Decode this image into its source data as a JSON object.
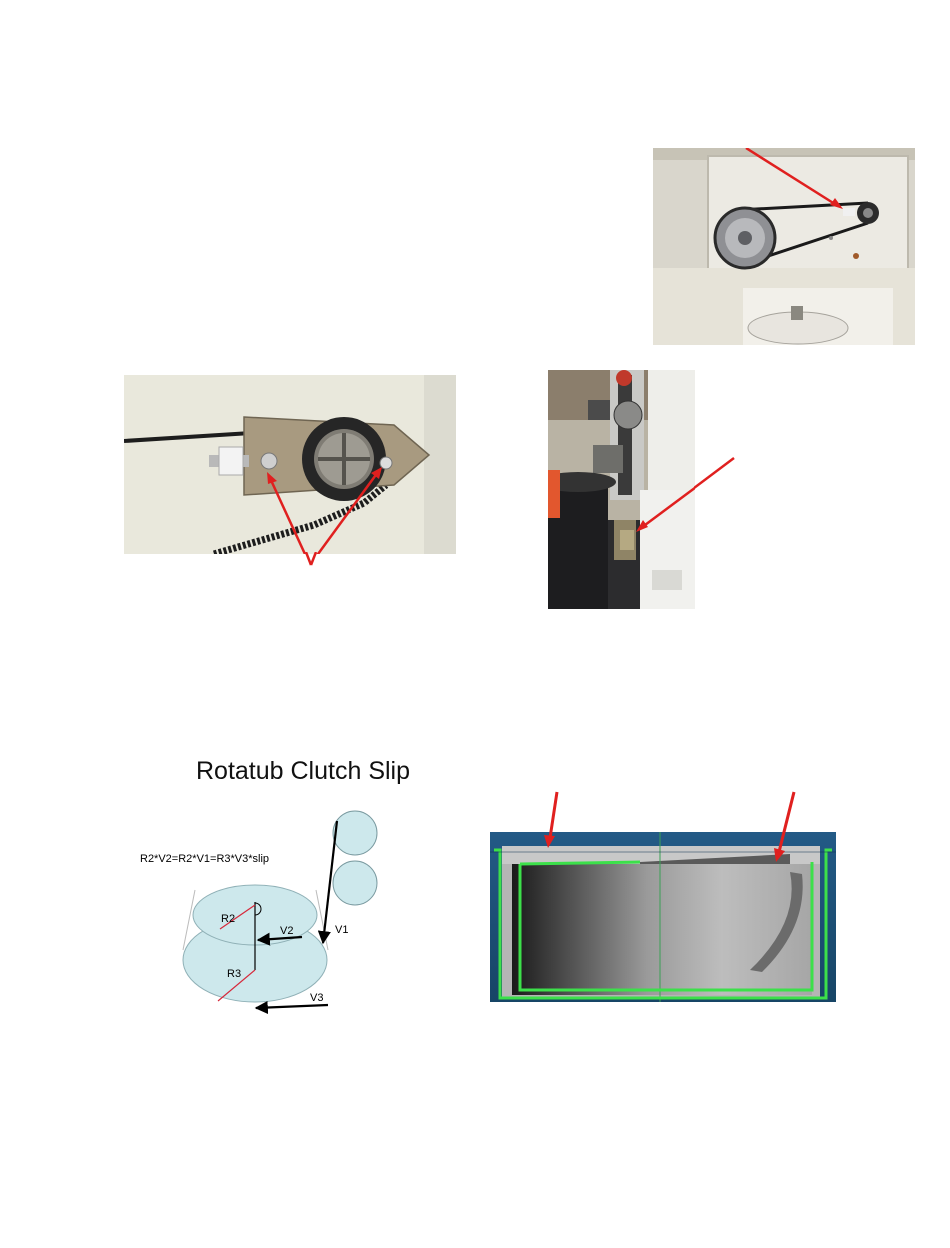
{
  "clutch_diagram": {
    "title": "Rotatub Clutch Slip",
    "equation": "R2*V2=R2*V1=R3*V3*slip",
    "labels": {
      "r2": "R2",
      "r3": "R3",
      "v1": "V1",
      "v2": "V2",
      "v3": "V3"
    }
  },
  "colors": {
    "arrow": "#e0201f",
    "disk": "#cde8ec",
    "cad_background": "#1c4f78",
    "cad_outline": "#3ce04a"
  },
  "photos": [
    {
      "name": "belt-drive-enclosure-photo"
    },
    {
      "name": "pulley-closeup-photo"
    },
    {
      "name": "tub-side-photo"
    },
    {
      "name": "cad-tub-render"
    }
  ]
}
